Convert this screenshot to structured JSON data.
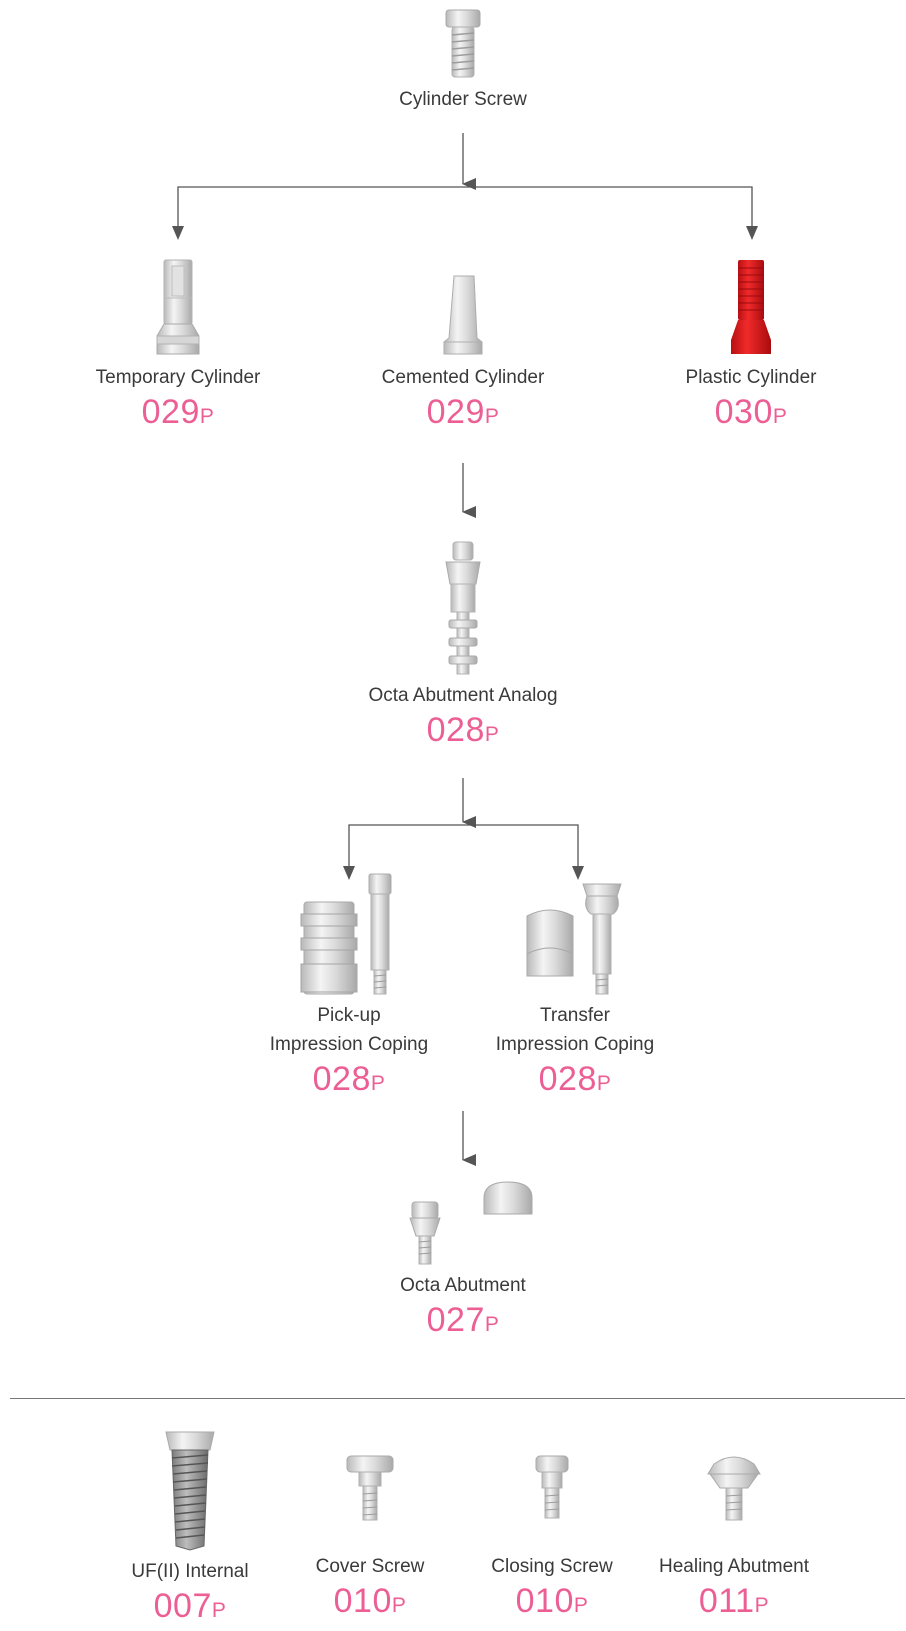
{
  "colors": {
    "page_number": "#ec5f94",
    "arrow": "#555555",
    "plastic_part": "#e0151a"
  },
  "diagram": {
    "cylinder_screw": {
      "label": "Cylinder Screw",
      "icon": "cylinder-screw-image"
    },
    "temporary_cylinder": {
      "label": "Temporary Cylinder",
      "page": "029",
      "page_suffix": "P",
      "icon": "temporary-cylinder-image"
    },
    "cemented_cylinder": {
      "label": "Cemented Cylinder",
      "page": "029",
      "page_suffix": "P",
      "icon": "cemented-cylinder-image"
    },
    "plastic_cylinder": {
      "label": "Plastic Cylinder",
      "page": "030",
      "page_suffix": "P",
      "icon": "plastic-cylinder-image"
    },
    "octa_abutment_analog": {
      "label": "Octa Abutment Analog",
      "page": "028",
      "page_suffix": "P",
      "icon": "octa-abutment-analog-image"
    },
    "pickup_coping": {
      "label_line1": "Pick-up",
      "label_line2": "Impression Coping",
      "page": "028",
      "page_suffix": "P",
      "icon": "pickup-coping-image"
    },
    "transfer_coping": {
      "label_line1": "Transfer",
      "label_line2": "Impression Coping",
      "page": "028",
      "page_suffix": "P",
      "icon": "transfer-coping-image"
    },
    "octa_abutment": {
      "label": "Octa Abutment",
      "page": "027",
      "page_suffix": "P",
      "icon": "octa-abutment-image"
    }
  },
  "base_components": [
    {
      "label": "UF(II) Internal",
      "page": "007",
      "page_suffix": "P",
      "icon": "implant-fixture-image"
    },
    {
      "label": "Cover Screw",
      "page": "010",
      "page_suffix": "P",
      "icon": "cover-screw-image"
    },
    {
      "label": "Closing Screw",
      "page": "010",
      "page_suffix": "P",
      "icon": "closing-screw-image"
    },
    {
      "label": "Healing Abutment",
      "page": "011",
      "page_suffix": "P",
      "icon": "healing-abutment-image"
    }
  ]
}
